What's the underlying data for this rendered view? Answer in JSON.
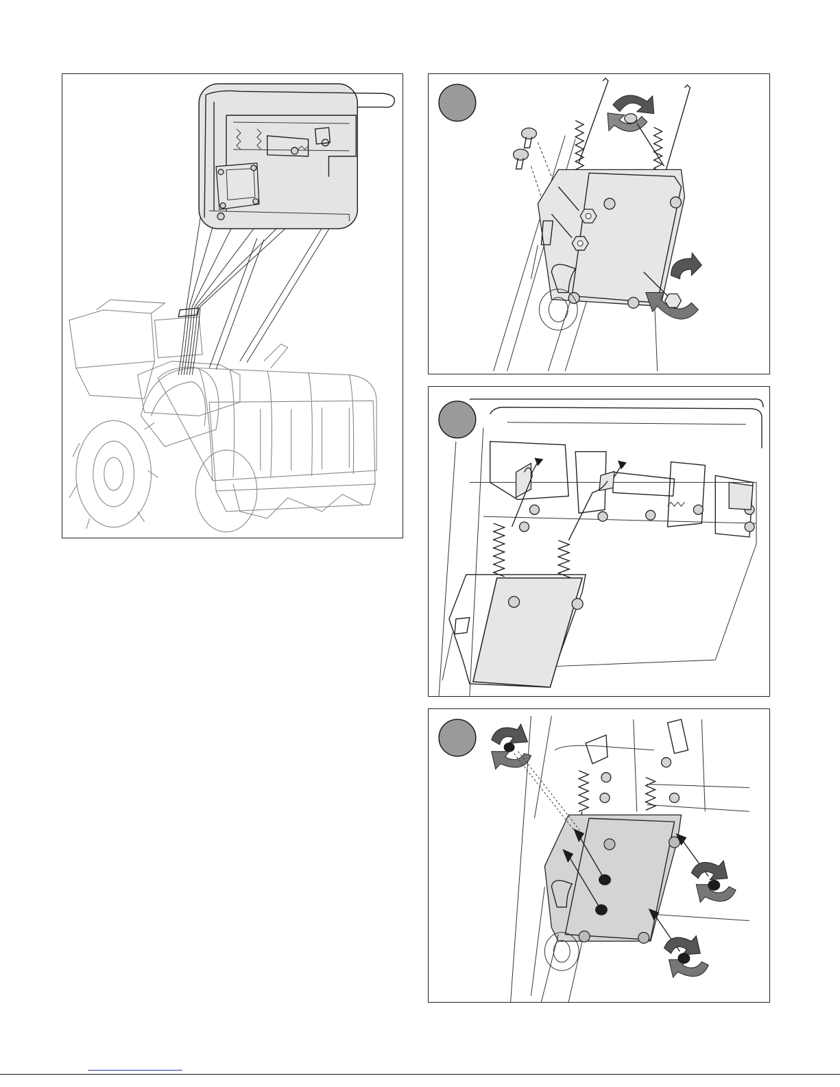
{
  "figure": {
    "panels": [
      {
        "id": "overview",
        "subject": "tiller-with-handlebar-control-box"
      },
      {
        "id": "step-1",
        "subject": "remove-cover-screws-and-nuts"
      },
      {
        "id": "step-2",
        "subject": "unhook-cable-springs"
      },
      {
        "id": "step-3",
        "subject": "reinstall-cover-screws-and-nuts"
      }
    ]
  },
  "colors": {
    "outline": "#222222",
    "step_marker": "#9a9a9a",
    "rotation_arrow": "#555555",
    "cover_fill": "#d4d4d4",
    "footer_link": "#2a3aa8"
  }
}
